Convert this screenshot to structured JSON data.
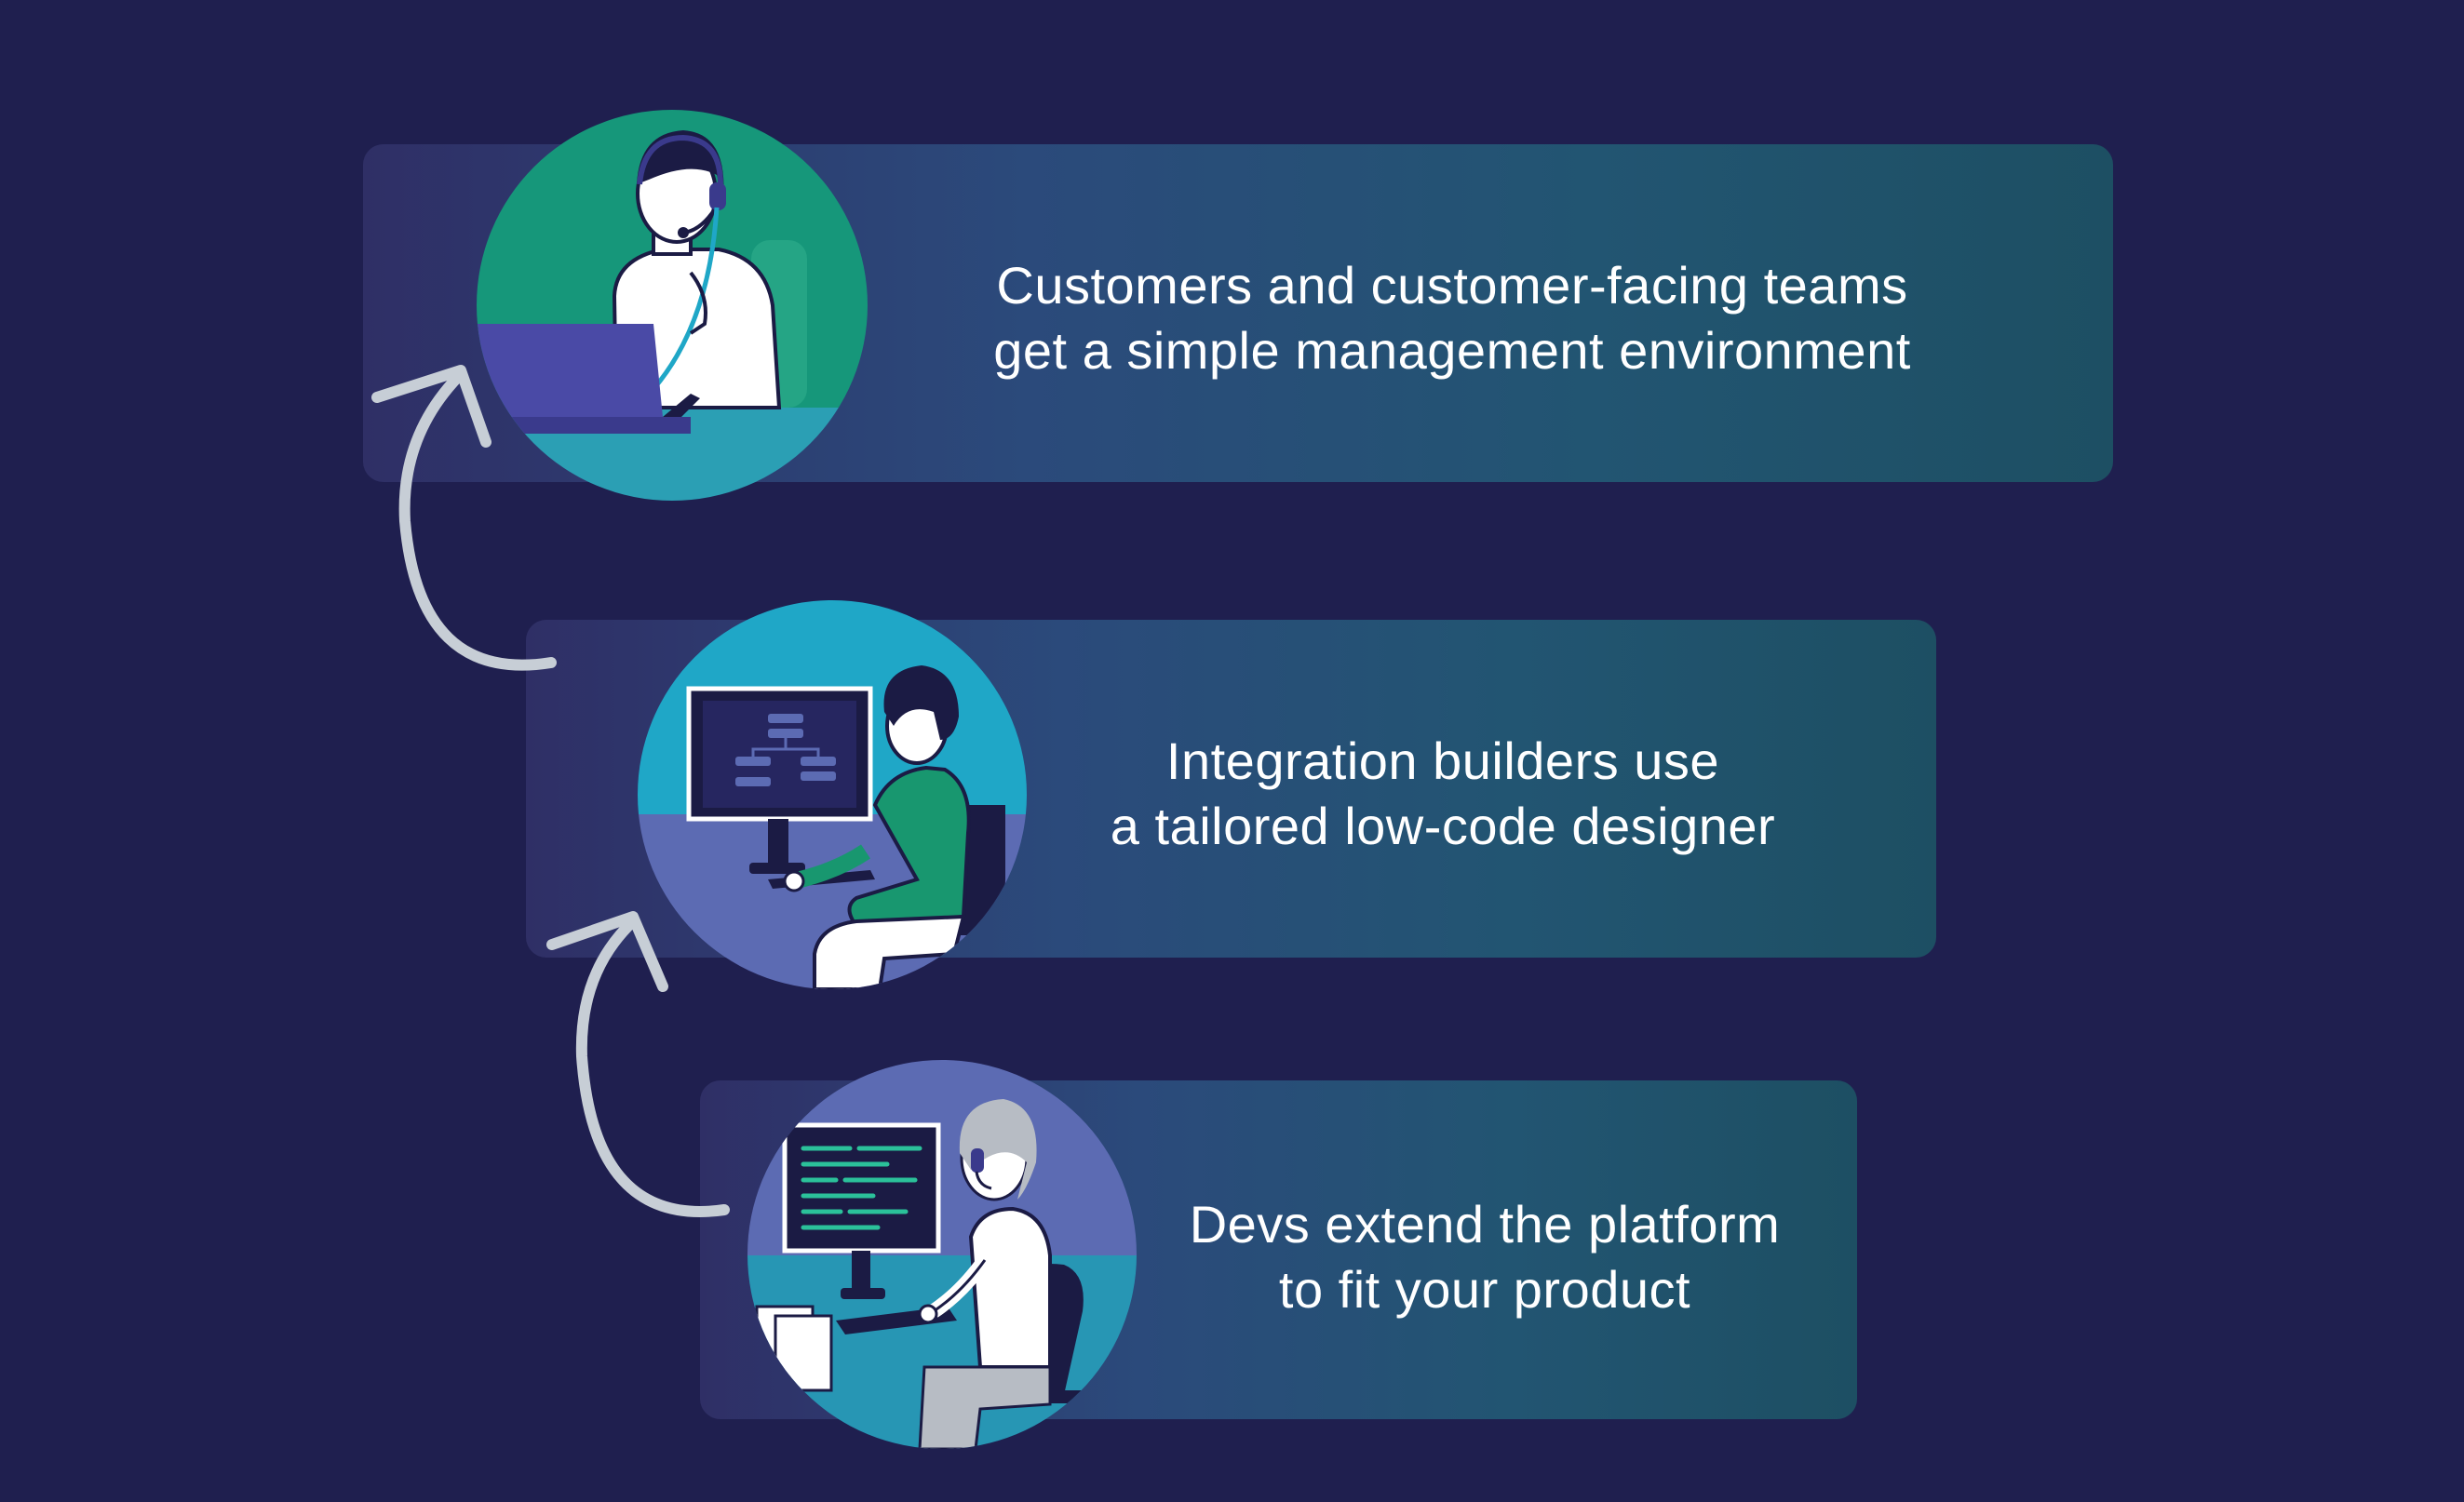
{
  "steps": [
    {
      "lines": [
        "Customers and customer-facing teams",
        "get a simple management environment"
      ],
      "illustration": "support-agent-with-headset-and-laptop"
    },
    {
      "lines": [
        "Integration builders use",
        "a tailored low-code designer"
      ],
      "illustration": "builder-at-monitor-with-flow-diagram"
    },
    {
      "lines": [
        "Devs extend the platform",
        "to fit your product"
      ],
      "illustration": "developer-at-monitor-with-code"
    }
  ],
  "colors": {
    "background": "#1f1f4f",
    "arrow": "#c7ced6",
    "card_start": "#2f2f66",
    "card_end": "#1d4f63",
    "green": "#16977a",
    "cyan": "#1fa7c7",
    "periwinkle": "#5c6bb3",
    "teal": "#2796b4"
  },
  "icons": [
    "curved-up-arrow-icon",
    "curved-up-arrow-icon"
  ]
}
